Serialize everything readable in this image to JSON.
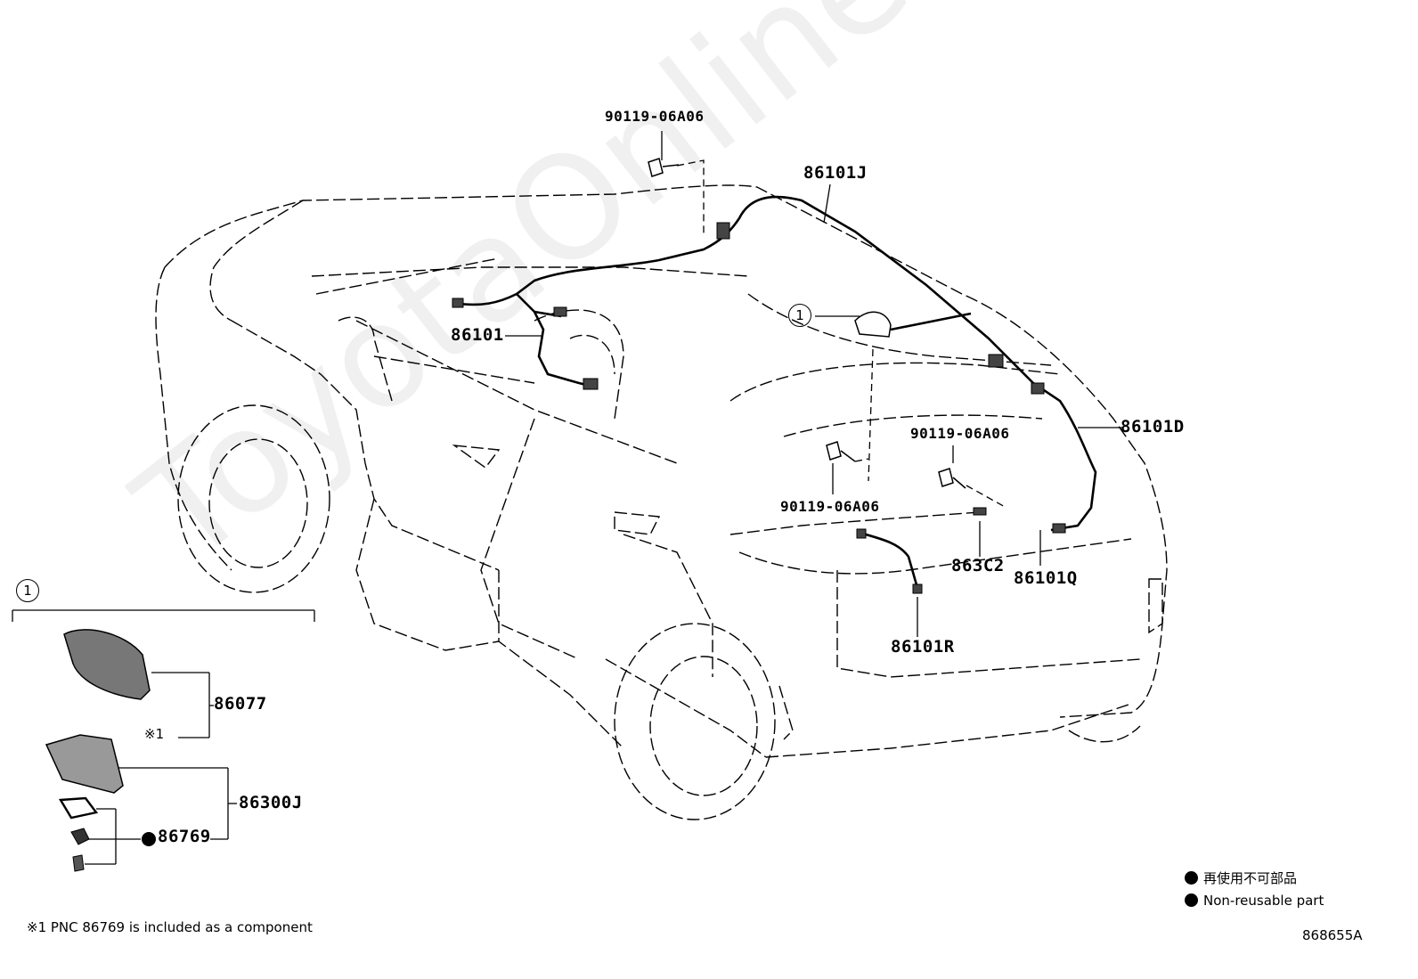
{
  "watermark": "ToyotaOnline.ru",
  "callouts": {
    "bolt_top": "90119-06A06",
    "harness_roof": "86101J",
    "harness_main": "86101",
    "harness_back_d": "86101D",
    "bolt_right": "90119-06A06",
    "bolt_center": "90119-06A06",
    "part_863c2": "863C2",
    "harness_q": "86101Q",
    "harness_r": "86101R",
    "antenna_cover": "86077",
    "antenna_assy": "86300J",
    "gasket": "86769",
    "note_ref": "※1"
  },
  "group_marker": "1",
  "legend": {
    "jp": "再使用不可部品",
    "en": "Non-reusable part"
  },
  "footnote": "※1 PNC 86769 is included as a component",
  "diagram_code": "868655A"
}
